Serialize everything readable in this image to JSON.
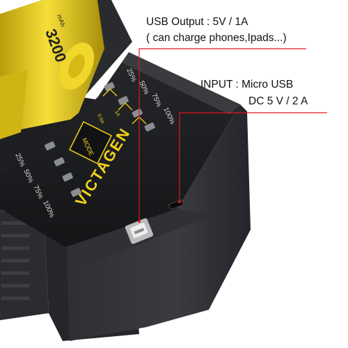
{
  "callouts": {
    "usb_output_line1": "USB Output : 5V / 1A",
    "usb_output_line2": "( can charge phones,Ipads...)",
    "input_line1": "INPUT : Micro USB",
    "input_line2": "DC 5 V / 2 A"
  },
  "charger": {
    "brand": "VICTAGEN",
    "mode_button": "MODE",
    "left_indicator_labels": [
      "25%",
      "50%",
      "75%",
      "100%"
    ],
    "right_indicator_labels": [
      "25%",
      "50%",
      "75%",
      "100%"
    ],
    "current_labels": [
      "0.5A",
      "1A"
    ]
  },
  "battery": {
    "capacity": "3200",
    "unit": "mAh"
  },
  "colors": {
    "callout_line": "#e0161f",
    "charger_body": "#2b2c2f",
    "top_panel": "#1a1b1d",
    "accent_yellow": "#f2d21a",
    "battery_yellow": "#ecd21c"
  }
}
